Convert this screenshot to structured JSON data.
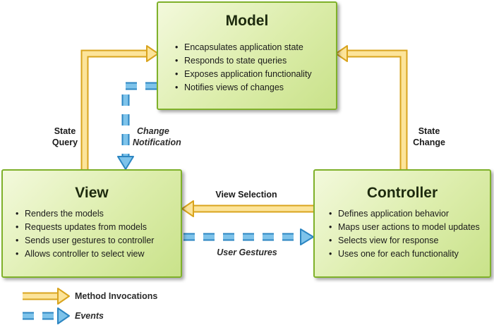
{
  "model": {
    "title": "Model",
    "items": [
      "Encapsulates application state",
      "Responds to state queries",
      "Exposes application functionality",
      "Notifies views of changes"
    ]
  },
  "view": {
    "title": "View",
    "items": [
      "Renders the models",
      "Requests updates from models",
      "Sends user gestures to controller",
      "Allows controller to select view"
    ]
  },
  "controller": {
    "title": "Controller",
    "items": [
      "Defines application behavior",
      "Maps user actions to model updates",
      "Selects view for response",
      "Uses one for each functionality"
    ]
  },
  "labels": {
    "state_query_1": "State",
    "state_query_2": "Query",
    "change_notification_1": "Change",
    "change_notification_2": "Notification",
    "state_change_1": "State",
    "state_change_2": "Change",
    "view_selection": "View Selection",
    "user_gestures": "User Gestures"
  },
  "legend": {
    "method_invocations": "Method Invocations",
    "events": "Events"
  },
  "colors": {
    "box_border": "#7fb12a",
    "method_arrow_fill": "#fce49a",
    "method_arrow_stroke": "#d9a41e",
    "event_arrow_fill": "#7ec3ea",
    "event_arrow_stroke": "#2c86c2"
  }
}
